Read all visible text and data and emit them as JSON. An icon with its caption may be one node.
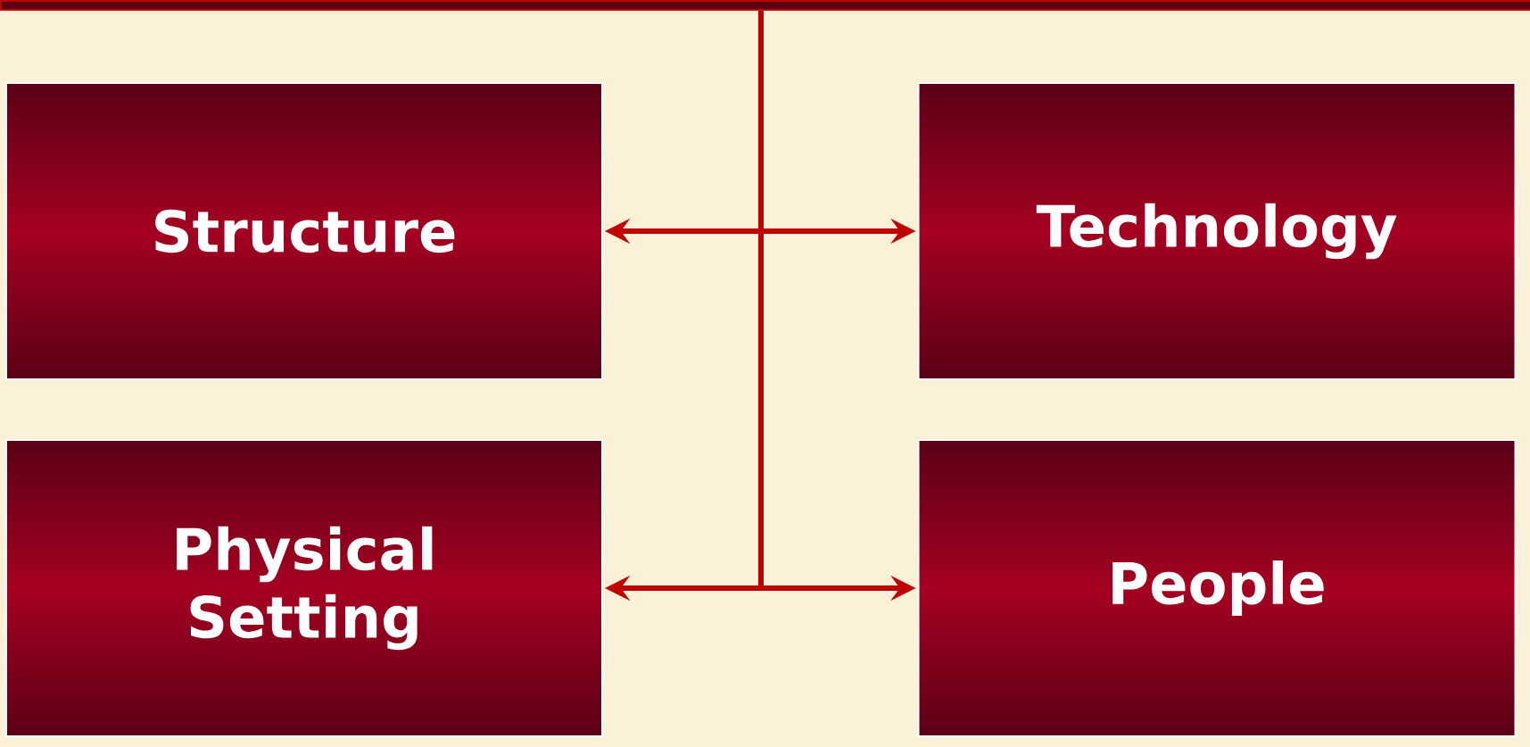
{
  "diagram": {
    "nodes": [
      {
        "text": [],
        "shape": "bar"
      },
      {
        "text": [
          "Structure"
        ]
      },
      {
        "text": [
          "Technology"
        ]
      },
      {
        "text": [
          "Physical Setting"
        ]
      },
      {
        "text": [
          "People"
        ]
      }
    ],
    "edges": [
      {
        "from": 1,
        "to": 2,
        "arrow": "both"
      },
      {
        "from": 3,
        "to": 4,
        "arrow": "both"
      },
      {
        "from": 0,
        "to": null,
        "arrow": "none"
      }
    ]
  }
}
